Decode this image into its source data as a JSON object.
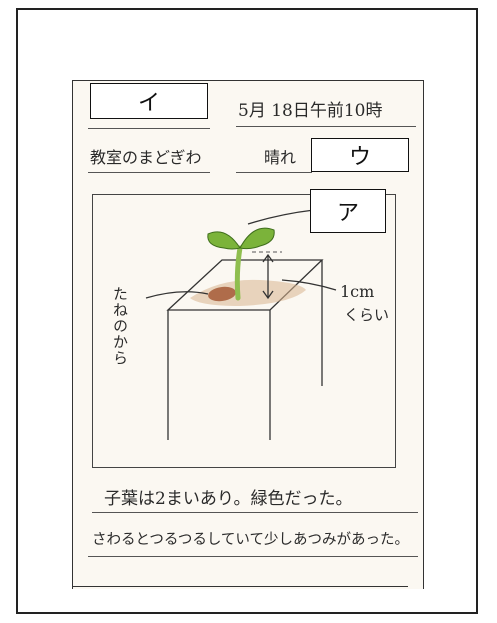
{
  "card": {
    "box_i_label": "イ",
    "box_u_label": "ウ",
    "box_a_label": "ア",
    "date_time": "5月 18日午前10時",
    "place": "教室のまどぎわ",
    "weather": "晴れ",
    "seed_label": "たねのから",
    "size_value": "1cm",
    "size_note": "くらい",
    "note_line1": "子葉は2まいあり。緑色だった。",
    "note_line2": "さわるとつるつるしていて少しあつみがあった。"
  },
  "colors": {
    "leaf": "#7bb33a",
    "stem": "#9cc55a",
    "soil": "#c9a07a",
    "seed_shell": "#a0522d",
    "ink": "#2a2a2a"
  }
}
